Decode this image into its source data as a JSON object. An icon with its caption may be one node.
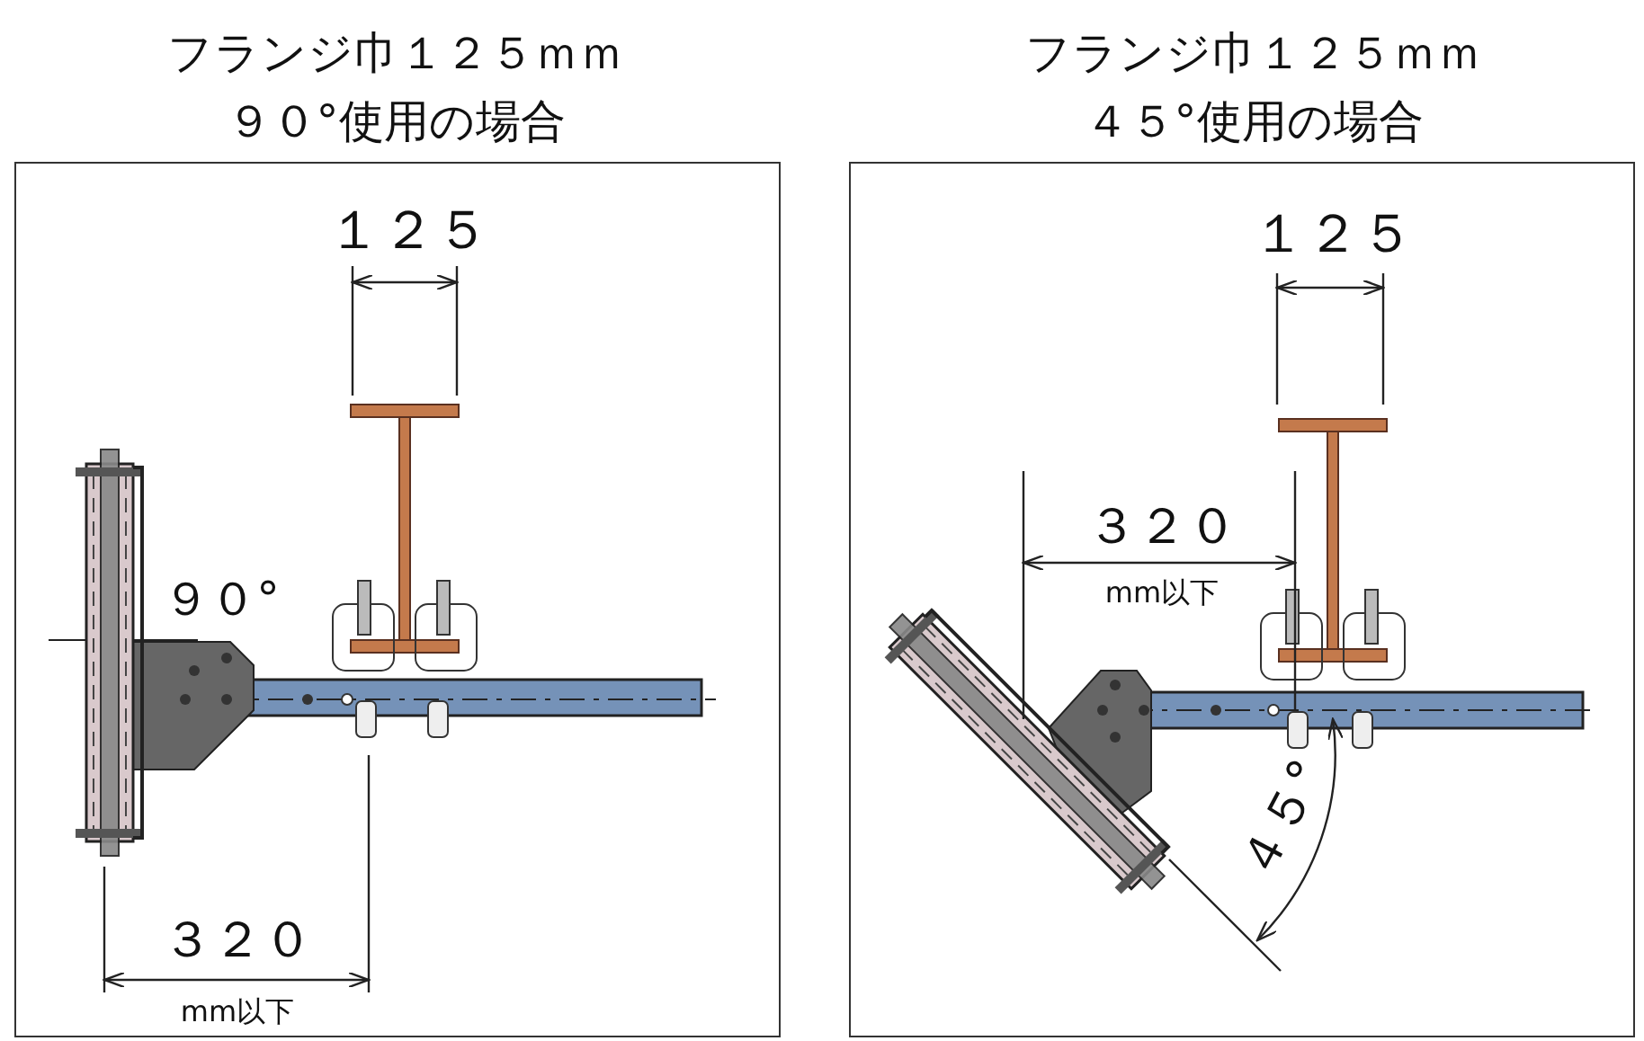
{
  "diagram": {
    "nodes": [
      {
        "text": [
          "フランジ巾１２５ｍｍ",
          "９０°使用の場合"
        ]
      },
      {
        "text": [
          "フランジ巾１２５ｍｍ",
          "４５°使用の場合"
        ]
      }
    ],
    "labels": [
      "１２５",
      "９０°",
      "３２０",
      "mm以下",
      "１２５",
      "３２０",
      "mm以下",
      "４５°"
    ]
  }
}
